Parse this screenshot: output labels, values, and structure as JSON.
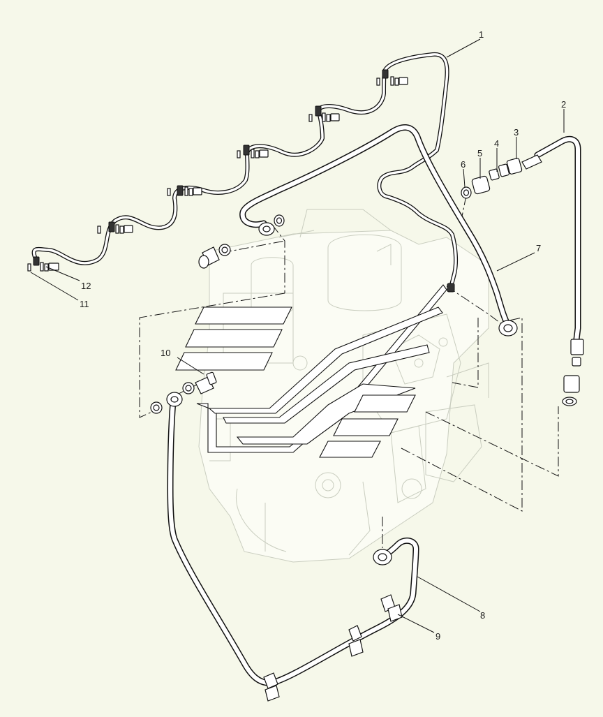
{
  "diagram": {
    "callouts": [
      {
        "id": "c1",
        "label": "1"
      },
      {
        "id": "c2",
        "label": "2"
      },
      {
        "id": "c3",
        "label": "3"
      },
      {
        "id": "c4",
        "label": "4"
      },
      {
        "id": "c5",
        "label": "5"
      },
      {
        "id": "c6",
        "label": "6"
      },
      {
        "id": "c7",
        "label": "7"
      },
      {
        "id": "c8",
        "label": "8"
      },
      {
        "id": "c9",
        "label": "9"
      },
      {
        "id": "c10",
        "label": "10"
      },
      {
        "id": "c11",
        "label": "11"
      },
      {
        "id": "c12",
        "label": "12"
      }
    ]
  },
  "colors": {
    "background": "#f6f8ea",
    "line": "#111111",
    "ghost_engine": "#c9cdbf"
  }
}
